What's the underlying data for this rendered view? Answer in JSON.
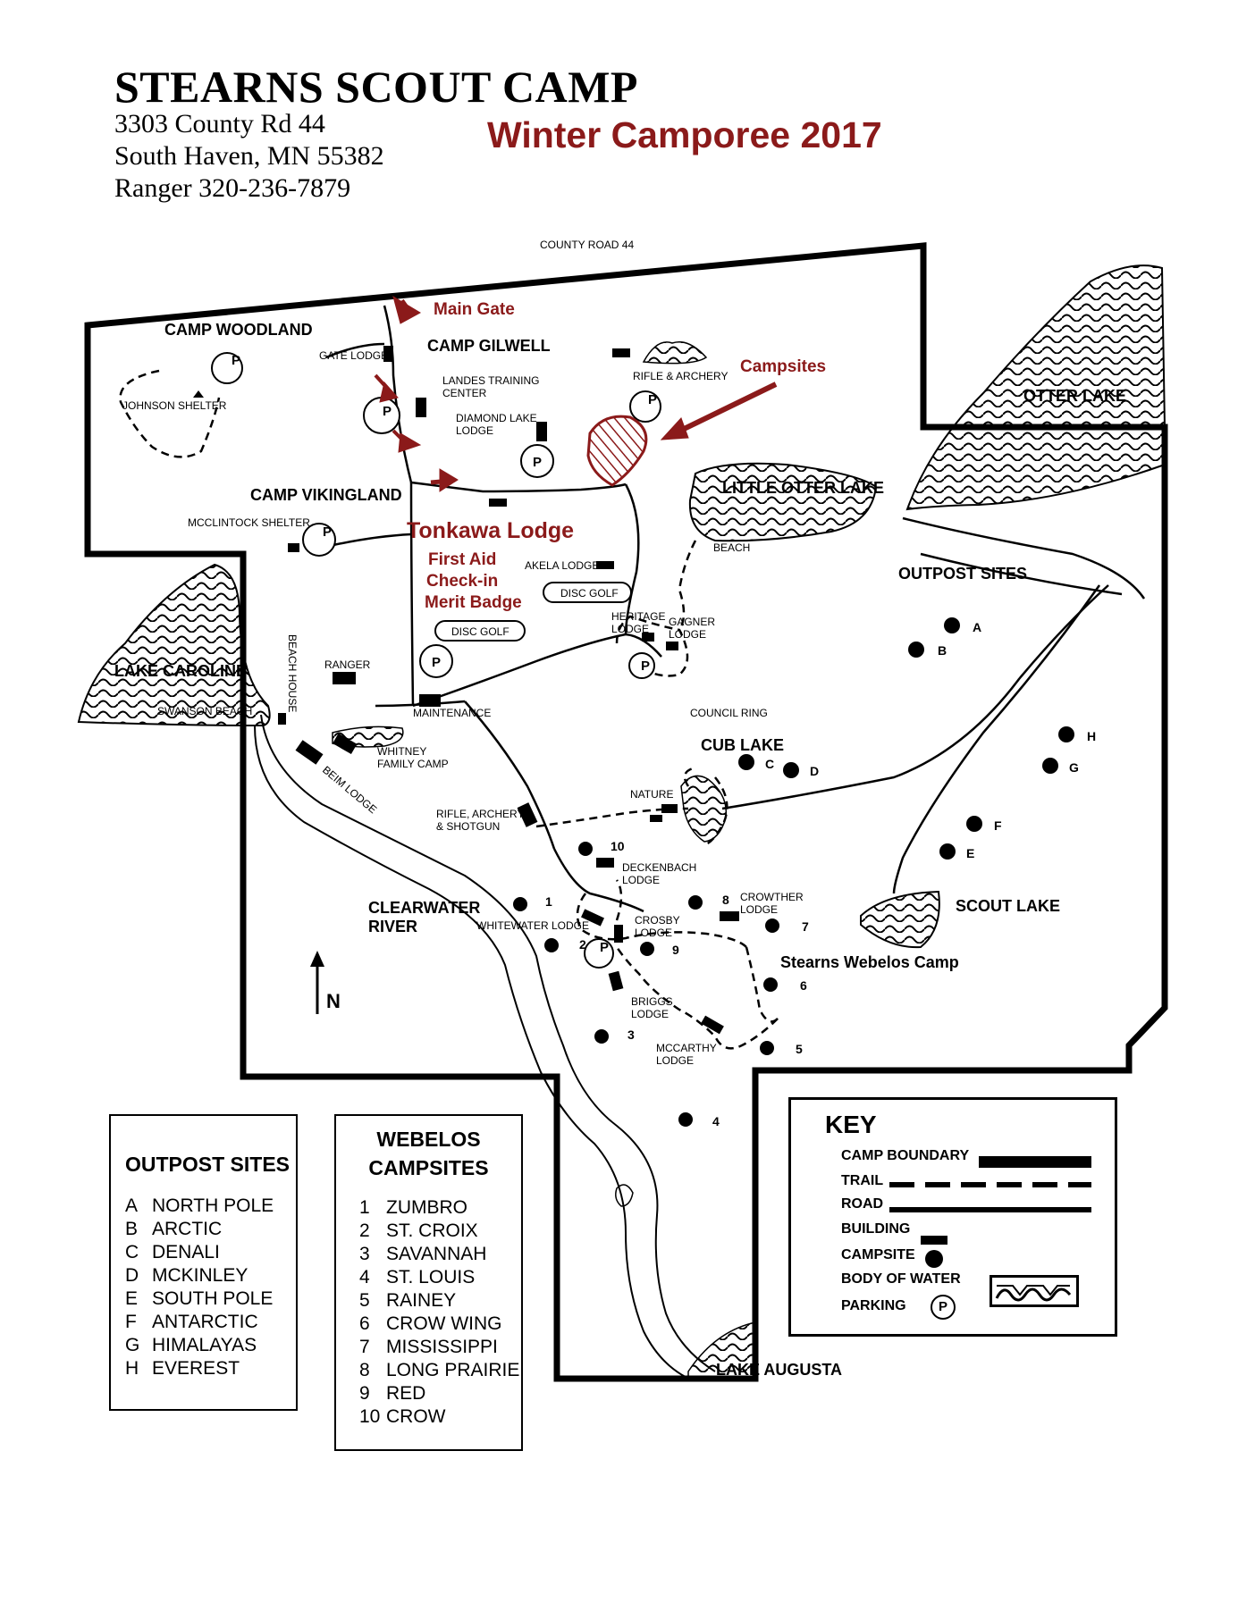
{
  "header": {
    "title": "STEARNS SCOUT CAMP",
    "address_line1": "3303 County Rd 44",
    "address_line2": "South Haven, MN 55382",
    "phone": "Ranger 320-236-7879",
    "event": "Winter Camporee 2017"
  },
  "map": {
    "road_top": "COUNTY ROAD 44",
    "callouts": {
      "main_gate": "Main Gate",
      "campsites": "Campsites",
      "tonkawa": "Tonkawa Lodge",
      "first_aid": "First Aid",
      "check_in": "Check-in",
      "merit_badge": "Merit Badge"
    },
    "areas": {
      "camp_woodland": "CAMP WOODLAND",
      "camp_gilwell": "CAMP GILWELL",
      "camp_vikingland": "CAMP VIKINGLAND",
      "outpost_sites": "OUTPOST SITES",
      "cub_lake": "CUB LAKE",
      "scout_lake": "SCOUT LAKE",
      "clearwater_1": "CLEARWATER",
      "clearwater_2": "RIVER",
      "webelos_camp": "Stearns Webelos Camp",
      "otter_lake": "OTTER LAKE",
      "little_otter_lake": "LITTLE OTTER LAKE",
      "lake_caroline": "LAKE CAROLINE",
      "lake_augusta": "LAKE AUGUSTA"
    },
    "labels": {
      "gate_lodge": "GATE LODGE",
      "johnson": "JOHNSON SHELTER",
      "landes_1": "LANDES TRAINING",
      "landes_2": "CENTER",
      "diamond_1": "DIAMOND LAKE",
      "diamond_2": "LODGE",
      "rifle_archery": "RIFLE & ARCHERY",
      "mcclintock": "MCCLINTOCK SHELTER",
      "akela": "AKELA LODGE",
      "disc_golf_1": "DISC GOLF",
      "disc_golf_2": "DISC GOLF",
      "heritage_1": "HERITAGE",
      "heritage_2": "LODGE",
      "gagner_1": "GAGNER",
      "gagner_2": "LODGE",
      "beach": "BEACH",
      "beach_house": "BEACH HOUSE",
      "ranger": "RANGER",
      "maintenance": "MAINTENANCE",
      "council_ring": "COUNCIL RING",
      "swanson": "SWANSON BEACH",
      "whitney_1": "WHITNEY",
      "whitney_2": "FAMILY CAMP",
      "beim": "BEIM LODGE",
      "nature": "NATURE",
      "rifle_shotgun_1": "RIFLE, ARCHERY,",
      "rifle_shotgun_2": "& SHOTGUN",
      "deckenbach_1": "DECKENBACH",
      "deckenbach_2": "LODGE",
      "crowther_1": "CROWTHER",
      "crowther_2": "LODGE",
      "whitewater": "WHITEWATER LODGE",
      "crosby_1": "CROSBY",
      "crosby_2": "LODGE",
      "briggs_1": "BRIGGS",
      "briggs_2": "LODGE",
      "mccarthy_1": "MCCARTHY",
      "mccarthy_2": "LODGE",
      "north": "N"
    },
    "parking_symbol": "P",
    "site_numbers": [
      "1",
      "2",
      "3",
      "4",
      "5",
      "6",
      "7",
      "8",
      "9",
      "10"
    ],
    "outpost_letters": [
      "A",
      "B",
      "C",
      "D",
      "E",
      "F",
      "G",
      "H"
    ]
  },
  "outpost_legend": {
    "title": "OUTPOST SITES",
    "items": [
      {
        "key": "A",
        "name": "NORTH POLE"
      },
      {
        "key": "B",
        "name": "ARCTIC"
      },
      {
        "key": "C",
        "name": "DENALI"
      },
      {
        "key": "D",
        "name": "MCKINLEY"
      },
      {
        "key": "E",
        "name": "SOUTH POLE"
      },
      {
        "key": "F",
        "name": "ANTARCTIC"
      },
      {
        "key": "G",
        "name": "HIMALAYAS"
      },
      {
        "key": "H",
        "name": "EVEREST"
      }
    ]
  },
  "webelos_legend": {
    "title_1": "WEBELOS",
    "title_2": "CAMPSITES",
    "items": [
      {
        "key": "1",
        "name": "ZUMBRO"
      },
      {
        "key": "2",
        "name": "ST. CROIX"
      },
      {
        "key": "3",
        "name": "SAVANNAH"
      },
      {
        "key": "4",
        "name": "ST. LOUIS"
      },
      {
        "key": "5",
        "name": "RAINEY"
      },
      {
        "key": "6",
        "name": "CROW WING"
      },
      {
        "key": "7",
        "name": "MISSISSIPPI"
      },
      {
        "key": "8",
        "name": "LONG PRAIRIE"
      },
      {
        "key": "9",
        "name": "RED"
      },
      {
        "key": "10",
        "name": "CROW"
      }
    ]
  },
  "key": {
    "title": "KEY",
    "boundary": "CAMP BOUNDARY",
    "trail": "TRAIL",
    "road": "ROAD",
    "building": "BUILDING",
    "campsite": "CAMPSITE",
    "water": "BODY OF WATER",
    "parking": "PARKING",
    "parking_symbol": "P"
  },
  "colors": {
    "accent_red": "#8b1a1a",
    "ink": "#000000",
    "background": "#ffffff"
  }
}
